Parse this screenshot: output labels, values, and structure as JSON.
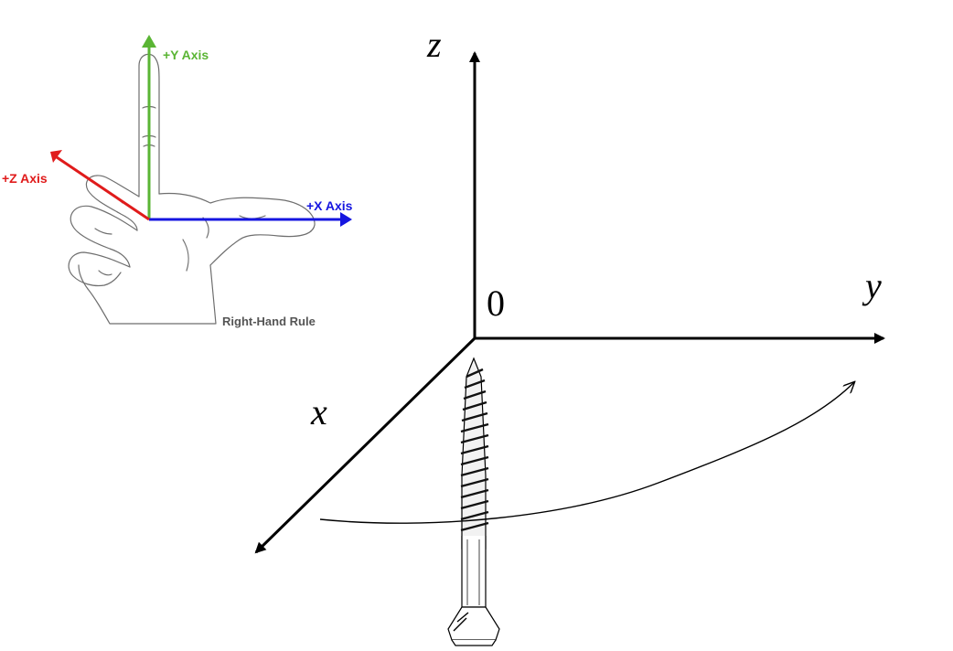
{
  "hand_diagram": {
    "y_axis_label": "+Y Axis",
    "x_axis_label": "+X Axis",
    "z_axis_label": "+Z Axis",
    "caption": "Right-Hand Rule",
    "colors": {
      "y_axis": "#5ab534",
      "x_axis": "#1515e0",
      "z_axis": "#e01b1b",
      "outline": "#6e6e6e"
    }
  },
  "coordinate_system": {
    "z_label": "z",
    "y_label": "y",
    "x_label": "x",
    "origin_label": "0",
    "axis_color": "#000000"
  },
  "screw": {
    "icon": "screw-icon",
    "rotation_icon": "curved-arrow-icon"
  }
}
